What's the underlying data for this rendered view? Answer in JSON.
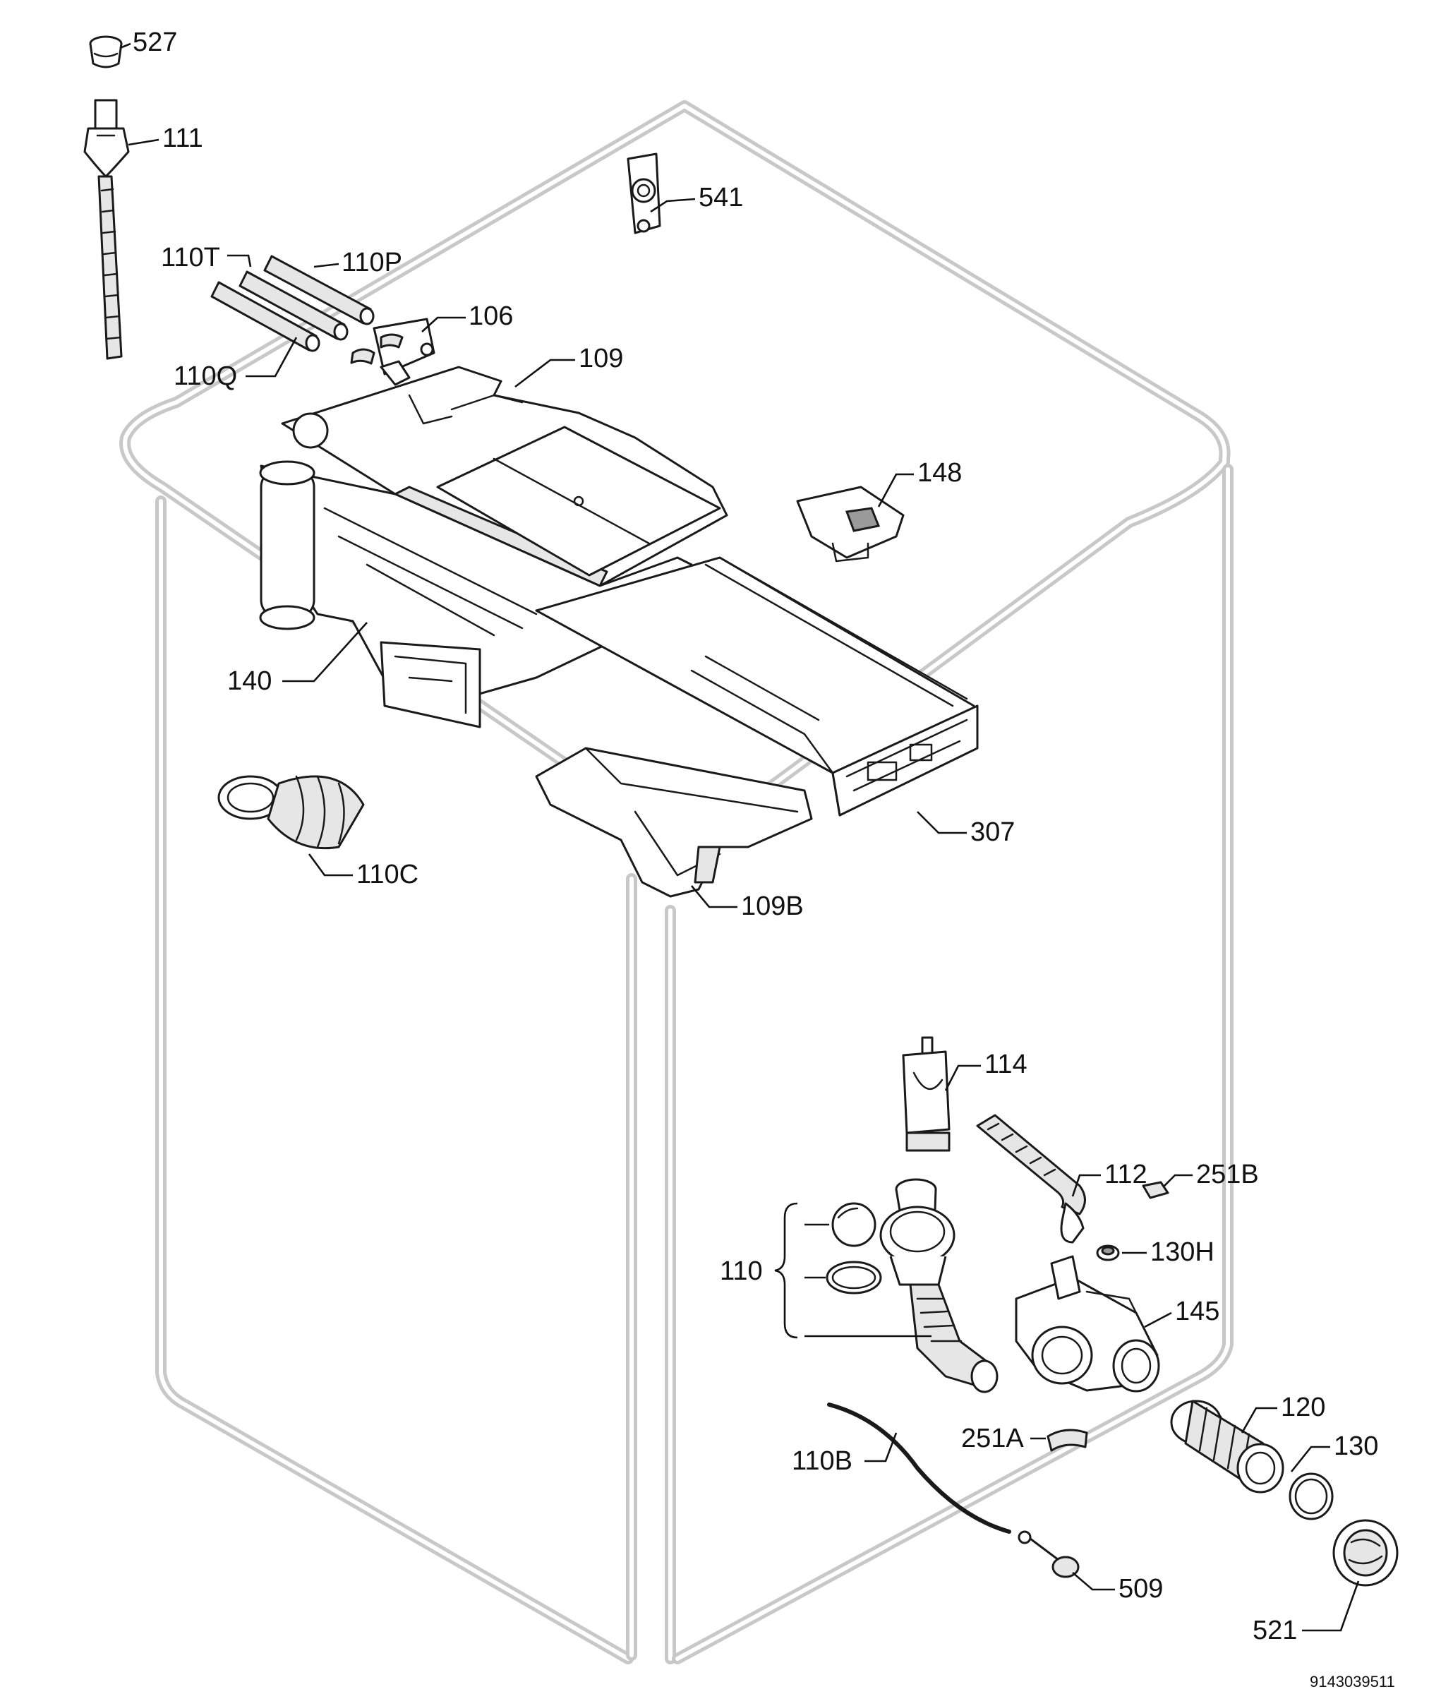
{
  "labels": {
    "p527": "527",
    "p111": "111",
    "p541": "541",
    "p110T": "110T",
    "p110P": "110P",
    "p106": "106",
    "p110Q": "110Q",
    "p109": "109",
    "p148": "148",
    "p140": "140",
    "p307": "307",
    "p110C": "110C",
    "p109B": "109B",
    "p114": "114",
    "p112": "112",
    "p251B": "251B",
    "p130H": "130H",
    "p110": "110",
    "p145": "145",
    "p120": "120",
    "p251A": "251A",
    "p110B": "110B",
    "p130": "130",
    "p509": "509",
    "p521": "521"
  },
  "drawing_code": "9143039511",
  "colors": {
    "cabinet_outline": "#c8c8c8",
    "line": "#1a1a1a"
  }
}
